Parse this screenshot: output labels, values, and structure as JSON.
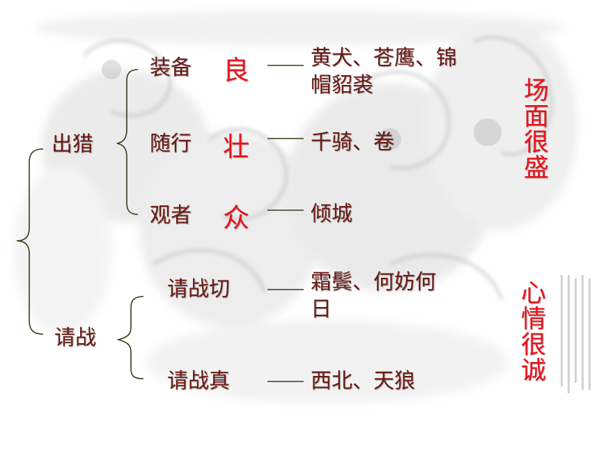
{
  "root": {
    "hunt": "出猎",
    "battle": "请战"
  },
  "hunt_items": [
    {
      "label": "装备",
      "key": "良",
      "detail": "黄犬、苍鹰、锦帽貂裘"
    },
    {
      "label": "随行",
      "key": "壮",
      "detail": "千骑、卷"
    },
    {
      "label": "观者",
      "key": "众",
      "detail": "倾城"
    }
  ],
  "battle_items": [
    {
      "label": "请战切",
      "detail": "霜鬓、何妨何日"
    },
    {
      "label": "请战真",
      "detail": "西北、天狼"
    }
  ],
  "conclusions": {
    "scene": "场面很盛",
    "mood": "心情很诚"
  },
  "colors": {
    "text": "#6b1a14",
    "key": "#e8121a",
    "line": "#2f3d17"
  }
}
